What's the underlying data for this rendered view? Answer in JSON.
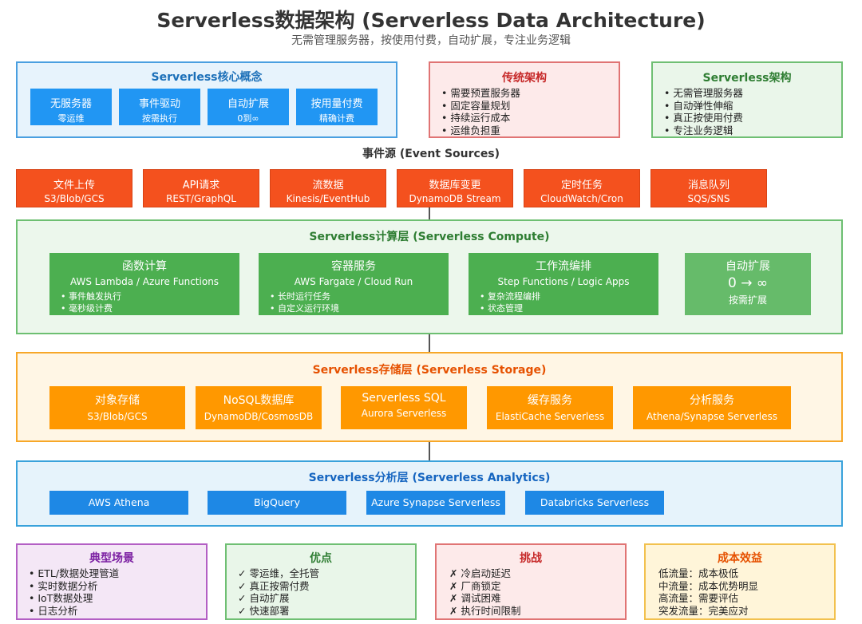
{
  "title": "Serverless数据架构 (Serverless Data Architecture)",
  "subtitle": "无需管理服务器，按使用付费，自动扩展，专注业务逻辑",
  "core": {
    "title": "Serverless核心概念",
    "items": [
      {
        "label": "无服务器",
        "sub": "零运维"
      },
      {
        "label": "事件驱动",
        "sub": "按需执行"
      },
      {
        "label": "自动扩展",
        "sub": "0到∞"
      },
      {
        "label": "按用量付费",
        "sub": "精确计费"
      }
    ]
  },
  "traditional": {
    "title": "传统架构",
    "items": [
      "需要预置服务器",
      "固定容量规划",
      "持续运行成本",
      "运维负担重"
    ]
  },
  "serverless_arch": {
    "title": "Serverless架构",
    "items": [
      "无需管理服务器",
      "自动弹性伸缩",
      "真正按使用付费",
      "专注业务逻辑"
    ]
  },
  "events": {
    "title": "事件源 (Event Sources)",
    "items": [
      {
        "label": "文件上传",
        "sub": "S3/Blob/GCS"
      },
      {
        "label": "API请求",
        "sub": "REST/GraphQL"
      },
      {
        "label": "流数据",
        "sub": "Kinesis/EventHub"
      },
      {
        "label": "数据库变更",
        "sub": "DynamoDB Stream"
      },
      {
        "label": "定时任务",
        "sub": "CloudWatch/Cron"
      },
      {
        "label": "消息队列",
        "sub": "SQS/SNS"
      }
    ]
  },
  "compute": {
    "title": "Serverless计算层 (Serverless Compute)",
    "items": [
      {
        "label": "函数计算",
        "sub": "AWS Lambda / Azure Functions",
        "bullets": [
          "事件触发执行",
          "毫秒级计费"
        ]
      },
      {
        "label": "容器服务",
        "sub": "AWS Fargate / Cloud Run",
        "bullets": [
          "长时运行任务",
          "自定义运行环境"
        ]
      },
      {
        "label": "工作流编排",
        "sub": "Step Functions / Logic Apps",
        "bullets": [
          "复杂流程编排",
          "状态管理"
        ]
      }
    ],
    "scale": {
      "label": "自动扩展",
      "value": "0 → ∞",
      "sub": "按需扩展"
    }
  },
  "storage": {
    "title": "Serverless存储层 (Serverless Storage)",
    "items": [
      {
        "label": "对象存储",
        "sub": "S3/Blob/GCS"
      },
      {
        "label": "NoSQL数据库",
        "sub": "DynamoDB/CosmosDB"
      },
      {
        "label": "Serverless SQL",
        "sub": "Aurora Serverless"
      },
      {
        "label": "缓存服务",
        "sub": "ElastiCache Serverless"
      },
      {
        "label": "分析服务",
        "sub": "Athena/Synapse Serverless"
      }
    ]
  },
  "analytics": {
    "title": "Serverless分析层 (Serverless Analytics)",
    "items": [
      "AWS Athena",
      "BigQuery",
      "Azure Synapse Serverless",
      "Databricks Serverless"
    ]
  },
  "scenarios": {
    "title": "典型场景",
    "items": [
      "ETL/数据处理管道",
      "实时数据分析",
      "IoT数据处理",
      "日志分析"
    ]
  },
  "pros": {
    "title": "优点",
    "items": [
      "✓ 零运维，全托管",
      "✓ 真正按需付费",
      "✓ 自动扩展",
      "✓ 快速部署"
    ]
  },
  "cons": {
    "title": "挑战",
    "items": [
      "✗ 冷启动延迟",
      "✗ 厂商锁定",
      "✗ 调试困难",
      "✗ 执行时间限制"
    ]
  },
  "cost": {
    "title": "成本效益",
    "items": [
      "低流量：成本极低",
      "中流量：成本优势明显",
      "高流量：需要评估",
      "突发流量：完美应对"
    ]
  }
}
